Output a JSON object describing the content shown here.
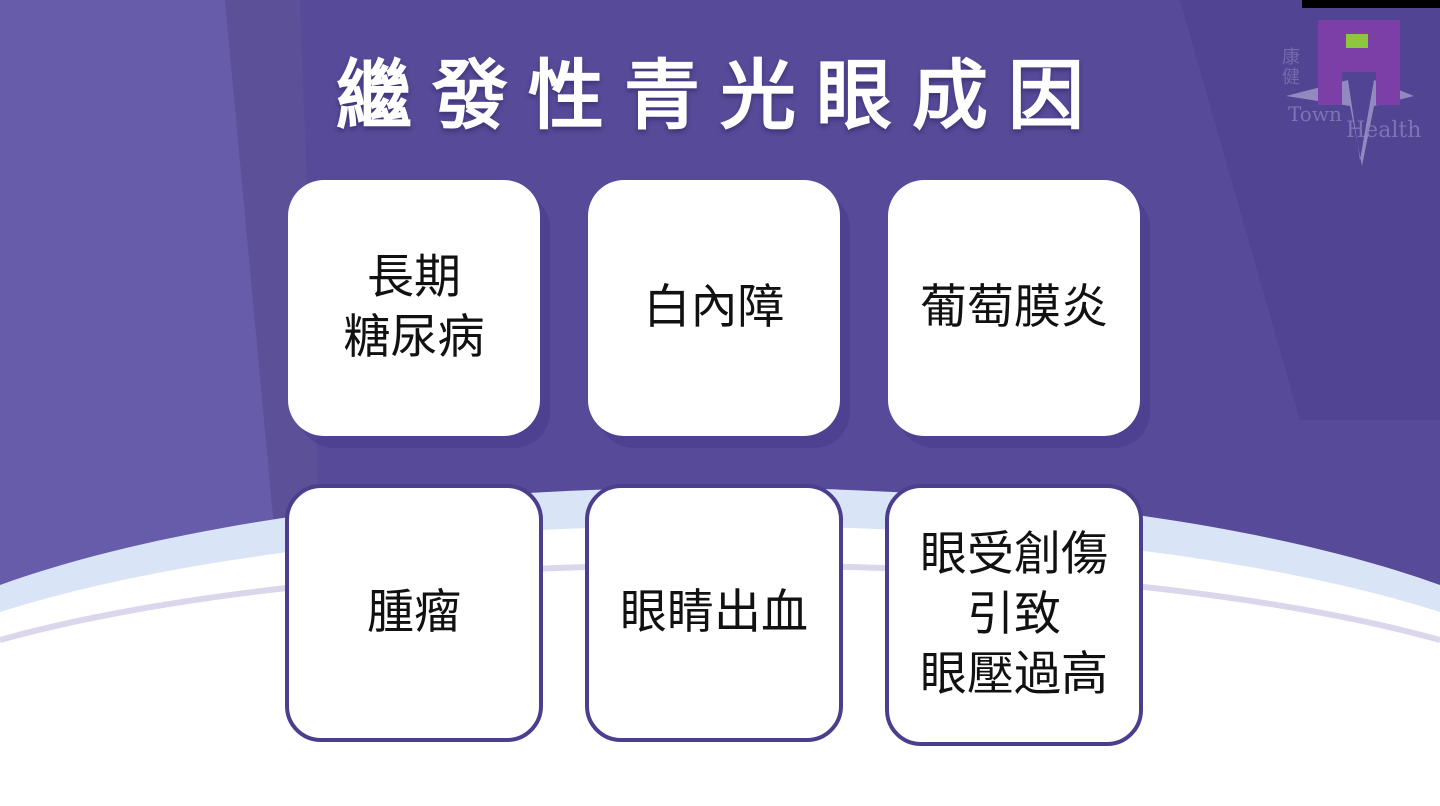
{
  "slide": {
    "title": "繼發性青光眼成因"
  },
  "cards": [
    {
      "text": "長期\n糖尿病"
    },
    {
      "text": "白內障"
    },
    {
      "text": "葡萄膜炎"
    },
    {
      "text": "腫瘤"
    },
    {
      "text": "眼睛出血"
    },
    {
      "text": "眼受創傷\n引致\n眼壓過高"
    }
  ],
  "logo": {
    "icon": "town-health-logo-icon",
    "chinese": "康健",
    "word1": "Town",
    "word2": "Health"
  },
  "colors": {
    "background": "#574a98",
    "card_border": "#4b3f8d",
    "logo_purple": "#7b3fa7",
    "logo_green": "#8dc63f"
  }
}
